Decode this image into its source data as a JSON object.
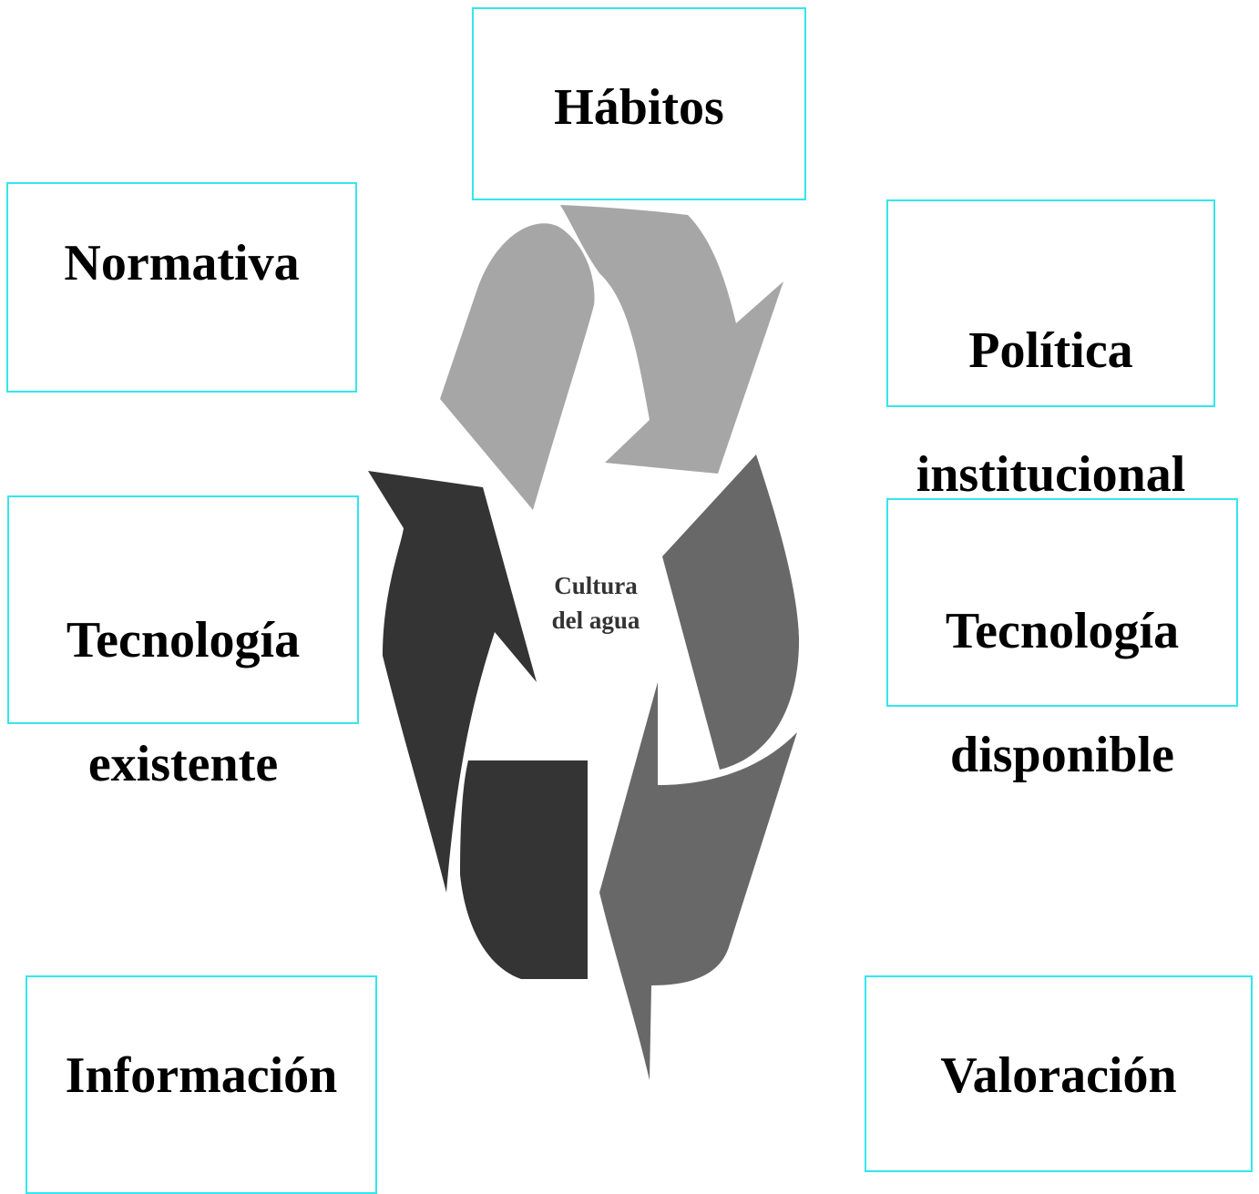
{
  "diagram": {
    "center_label_line1": "Cultura",
    "center_label_line2": "del agua",
    "boxes": {
      "habitos": "Hábitos",
      "normativa": "Normativa",
      "politica_line1": "Política",
      "politica_line2": "institucional",
      "tec_existente_line1": "Tecnología",
      "tec_existente_line2": "existente",
      "tec_disponible_line1": "Tecnología",
      "tec_disponible_line2": "disponible",
      "informacion": "Información",
      "valoracion": "Valoración"
    },
    "colors": {
      "box_border": "#33e6ee",
      "arrow_light": "#a6a6a6",
      "arrow_mid": "#686868",
      "arrow_dark": "#343434",
      "text": "#000000"
    }
  }
}
